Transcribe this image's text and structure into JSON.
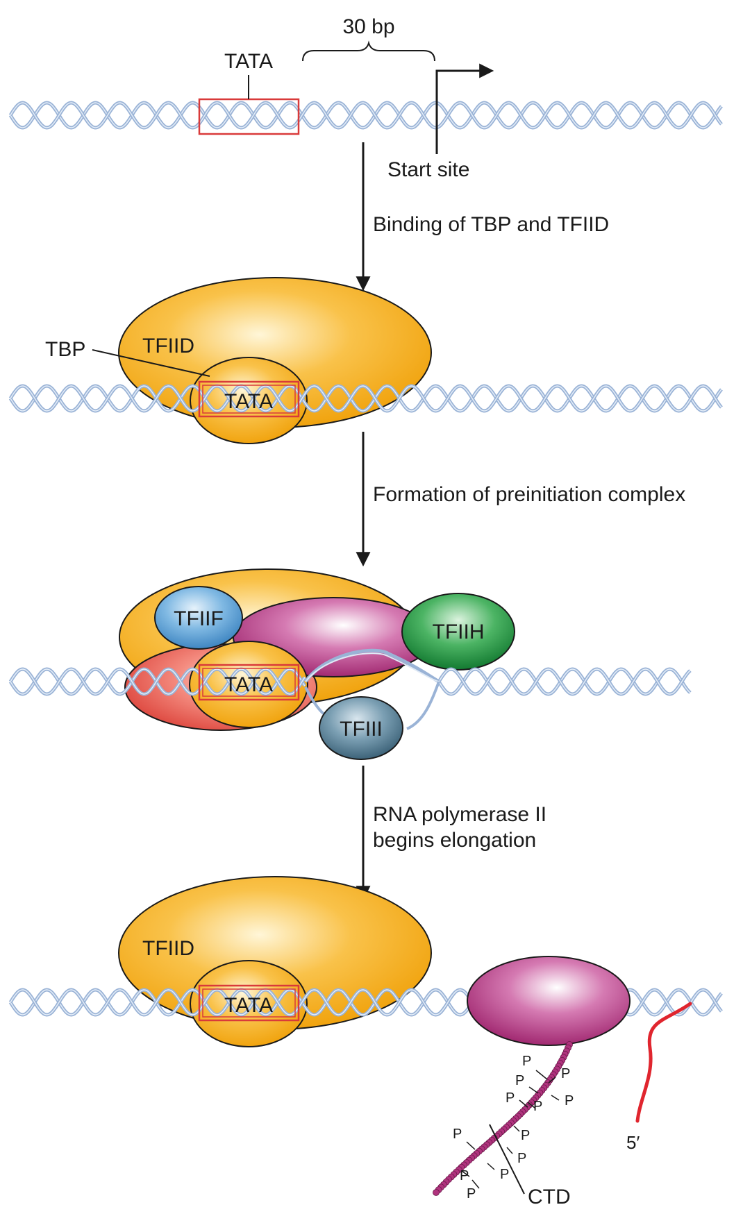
{
  "stage1": {
    "tata_label": "TATA",
    "span_label": "30 bp",
    "start_label": "Start site"
  },
  "steps": {
    "step1": "Binding of TBP and TFIID",
    "step2": "Formation of preinitiation complex",
    "step3_line1": "RNA polymerase II",
    "step3_line2": "begins elongation"
  },
  "stage2": {
    "tbp_label": "TBP",
    "tfiid_label": "TFIID",
    "tata_label": "TATA"
  },
  "stage3": {
    "tfiif_label": "TFIIF",
    "tfiih_label": "TFIIH",
    "tfiie_label": "TFIII",
    "tata_label": "TATA"
  },
  "stage4": {
    "tfiid_label": "TFIID",
    "tata_label": "TATA",
    "phospho_label": "P",
    "ctd_label": "CTD",
    "five_prime_label": "5′"
  },
  "colors": {
    "dna_strand": "#9ab3d6",
    "tata_box": "#d93a3a",
    "tfiid": "#f5a814",
    "pol2": "#b0337e",
    "tfiif": "#5a9fd2",
    "tfiih": "#2e9a48",
    "tfiie": "#4f7b92",
    "tfiib": "#e8675e",
    "rna": "#e0252e"
  }
}
